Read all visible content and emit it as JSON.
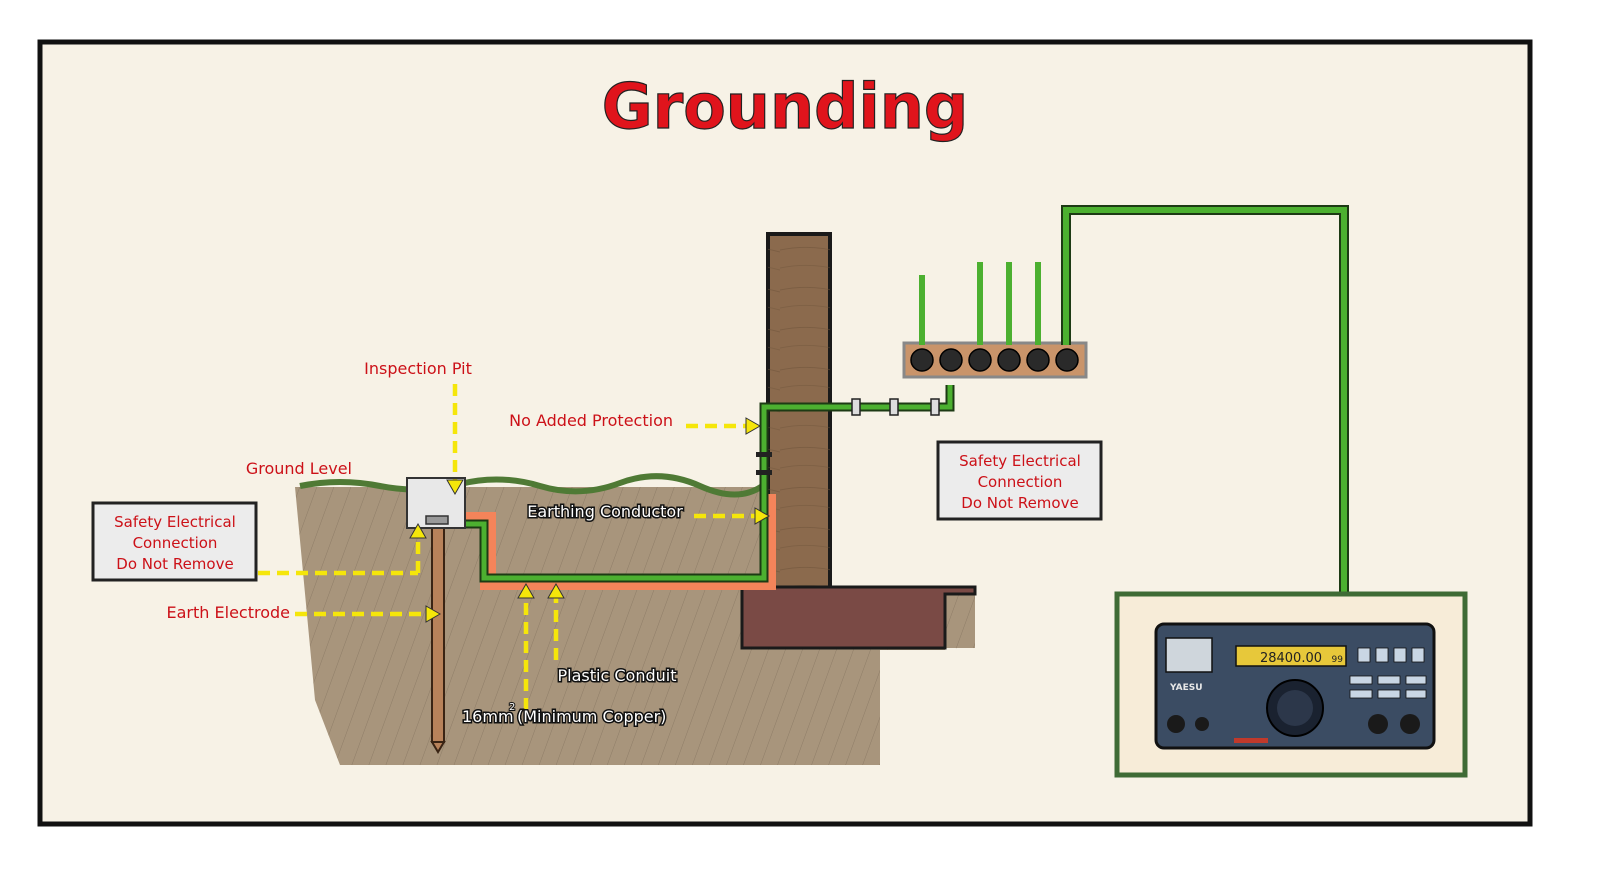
{
  "title": "Grounding",
  "labels": {
    "inspection_pit": "Inspection Pit",
    "ground_level": "Ground Level",
    "no_added_protection": "No Added Protection",
    "earthing_conductor": "Earthing Conductor",
    "earth_electrode": "Earth Electrode",
    "plastic_conduit": "Plastic Conduit",
    "copper_size": "16mm",
    "copper_sup": "2",
    "copper_note": "(Minimum Copper)"
  },
  "safety_tag_left": {
    "line1": "Safety Electrical",
    "line2": "Connection",
    "line3": "Do Not Remove"
  },
  "safety_tag_right": {
    "line1": "Safety Electrical",
    "line2": "Connection",
    "line3": "Do Not Remove"
  },
  "radio": {
    "brand": "YAESU",
    "display": "28400.00",
    "display_suffix": "99"
  },
  "colors": {
    "title": "#e0141c",
    "label_red": "#cc1118",
    "arrow": "#f5e60a",
    "wire": "#4cb030",
    "conduit": "#f4845a",
    "soil": "#a8957c",
    "wall": "#8b6a4d",
    "footing": "#7a4a45",
    "busbar": "#c9946a",
    "panel": "#f7f2e6"
  }
}
